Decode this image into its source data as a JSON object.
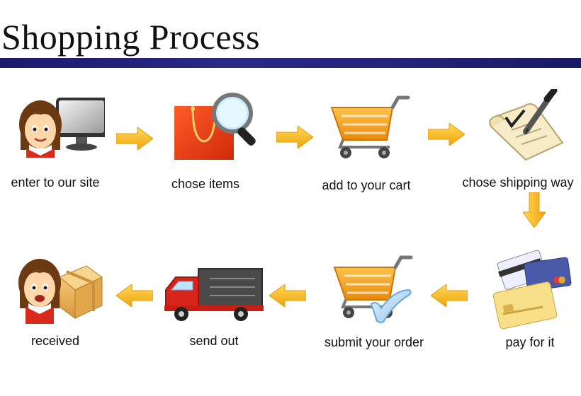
{
  "title": "Shopping Process",
  "accent_color": "#1f1e76",
  "arrow_color": "#f5b81c",
  "steps": [
    {
      "label": "enter to our site",
      "icon": "person-computer-icon"
    },
    {
      "label": "chose items",
      "icon": "shopping-bag-search-icon"
    },
    {
      "label": "add to your cart",
      "icon": "shopping-cart-icon"
    },
    {
      "label": "chose shipping way",
      "icon": "document-sign-icon"
    },
    {
      "label": "pay for it",
      "icon": "credit-cards-icon"
    },
    {
      "label": "submit your order",
      "icon": "cart-checkmark-icon"
    },
    {
      "label": "send out",
      "icon": "delivery-truck-icon"
    },
    {
      "label": "received",
      "icon": "person-package-icon"
    }
  ]
}
